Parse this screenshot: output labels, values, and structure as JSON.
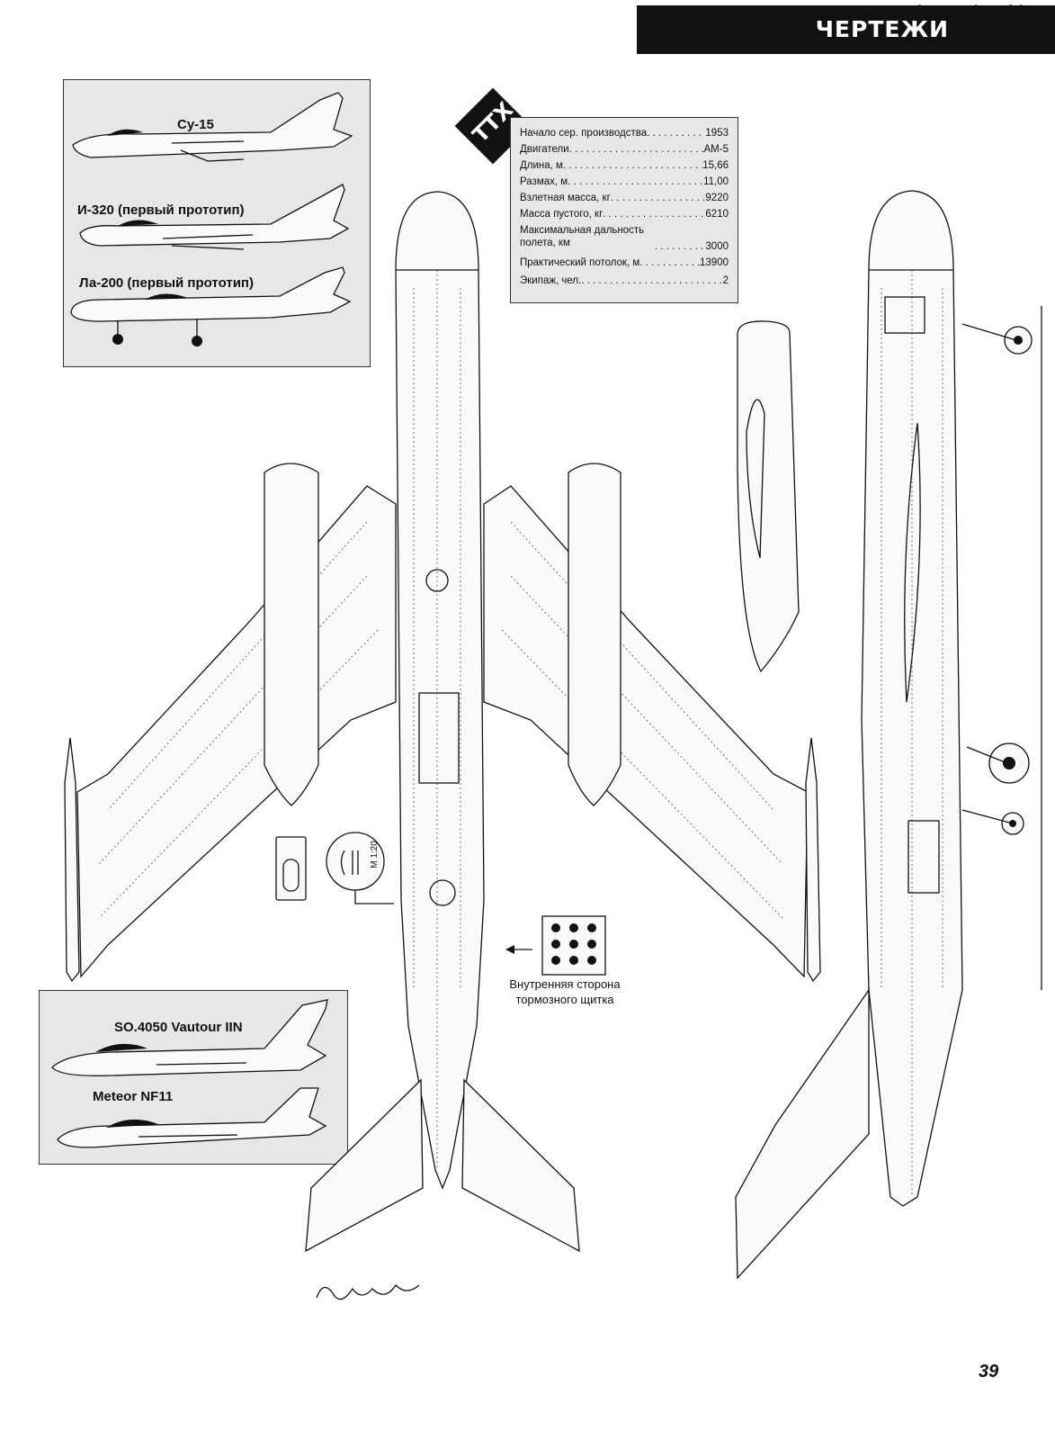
{
  "header": {
    "url": "http://scalemodels.ru",
    "section": "ЧЕРТЕЖИ"
  },
  "comparison_top": {
    "aircraft": [
      "Су-15",
      "И-320 (первый прототип)",
      "Ла-200 (первый прототип)"
    ]
  },
  "comparison_bottom": {
    "aircraft": [
      "SO.4050 Vautour IIN",
      "Meteor NF11"
    ]
  },
  "specs": {
    "badge": "ТТХ",
    "rows": [
      {
        "label": "Начало сер. производства",
        "value": "1953"
      },
      {
        "label": "Двигатели",
        "value": "АМ-5"
      },
      {
        "label": "Длина, м",
        "value": "15,66"
      },
      {
        "label": "Размах, м",
        "value": "11,00"
      },
      {
        "label": "Взлетная масса, кг",
        "value": "9220"
      },
      {
        "label": "Масса пустого, кг",
        "value": "6210"
      },
      {
        "label": "Максимальная дальность полета, км",
        "value": "3000"
      },
      {
        "label": "Практический потолок, м",
        "value": "13900"
      },
      {
        "label": "Экипаж, чел.",
        "value": "2"
      }
    ]
  },
  "callouts": {
    "detail_label": "М 1:20",
    "brake_flap_line1": "Внутренняя сторона",
    "brake_flap_line2": "тормозного щитка"
  },
  "page_number": "39"
}
